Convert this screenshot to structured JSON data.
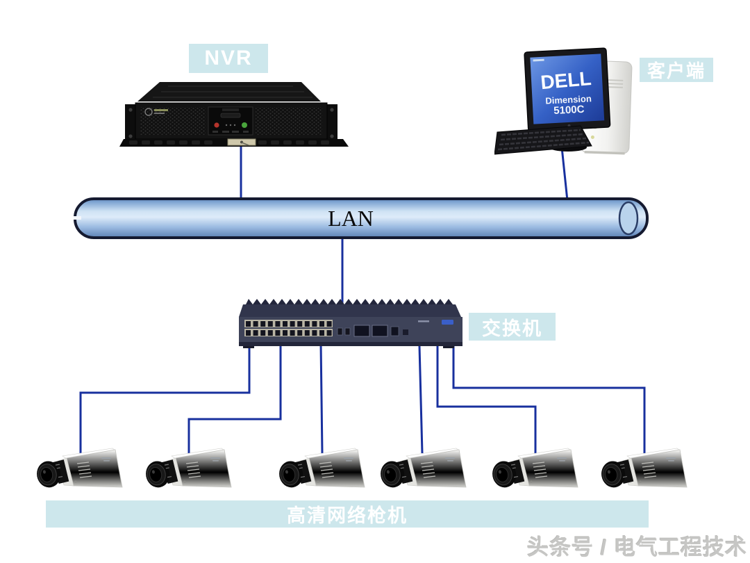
{
  "nodes": {
    "nvr": {
      "label": "NVR"
    },
    "client": {
      "label": "客户端",
      "screen_brand": "DELL",
      "screen_model_line1": "Dimension",
      "screen_model_line2": "5100C"
    },
    "lan": {
      "label": "LAN"
    },
    "switch": {
      "label": "交换机"
    },
    "camera_group": {
      "label": "高清网络枪机",
      "count": 6
    }
  },
  "watermark": {
    "text": "头条号 / 电气工程技术"
  },
  "colors": {
    "label_bg": "#cde7ec",
    "label_text": "#ffffff",
    "connection_line": "#18309e",
    "pipe_light": "#ddebf9",
    "pipe_dark": "#5b80b4",
    "pipe_border": "#151a30",
    "screen_blue": "#2a4fb0",
    "watermark_text": "#c6c6c4"
  }
}
